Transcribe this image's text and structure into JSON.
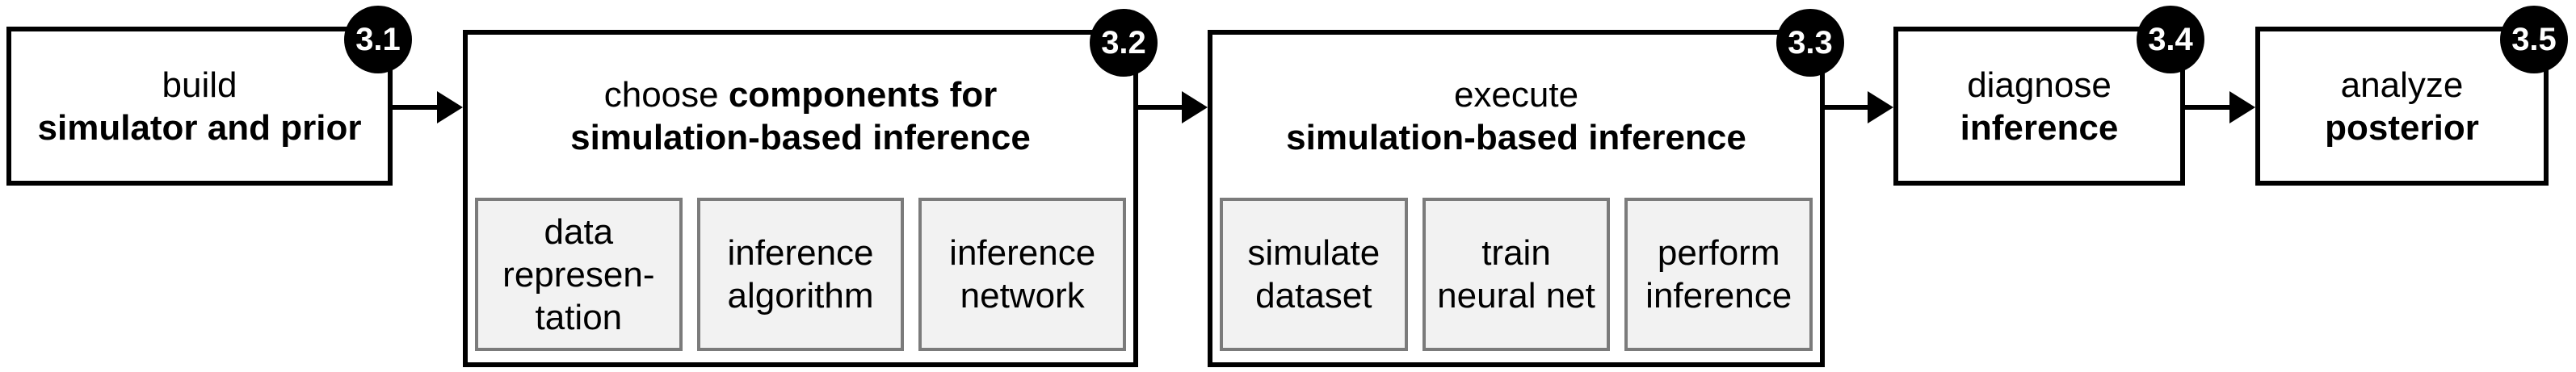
{
  "diagram": {
    "description": "simulation-based inference workflow",
    "colors": {
      "background": "#ffffff",
      "box_border": "#000000",
      "text": "#000000",
      "badge_background": "#000000",
      "badge_text": "#ffffff",
      "component_box_background": "#f2f2f2",
      "component_box_border": "#7b7b7b",
      "arrow": "#000000"
    },
    "boxes": [
      {
        "badge": "3.1",
        "title_lines": [
          {
            "plain": "build",
            "bold": ""
          },
          {
            "plain": "",
            "bold": "simulator and prior"
          }
        ],
        "sub_boxes": []
      },
      {
        "badge": "3.2",
        "title_lines": [
          {
            "plain": "choose ",
            "bold": "components for"
          },
          {
            "plain": "",
            "bold": "simulation-based inference"
          }
        ],
        "sub_boxes": [
          {
            "lines": [
              "data",
              "represen-",
              "tation"
            ]
          },
          {
            "lines": [
              "inference",
              "algorithm"
            ]
          },
          {
            "lines": [
              "inference",
              "network"
            ]
          }
        ]
      },
      {
        "badge": "3.3",
        "title_lines": [
          {
            "plain": "execute",
            "bold": ""
          },
          {
            "plain": "",
            "bold": "simulation-based inference"
          }
        ],
        "sub_boxes": [
          {
            "lines": [
              "simulate",
              "dataset"
            ]
          },
          {
            "lines": [
              "train",
              "neural net"
            ]
          },
          {
            "lines": [
              "perform",
              "inference"
            ]
          }
        ]
      },
      {
        "badge": "3.4",
        "title_lines": [
          {
            "plain": "diagnose",
            "bold": ""
          },
          {
            "plain": "",
            "bold": "inference"
          }
        ],
        "sub_boxes": []
      },
      {
        "badge": "3.5",
        "title_lines": [
          {
            "plain": "analyze",
            "bold": ""
          },
          {
            "plain": "",
            "bold": "posterior"
          }
        ],
        "sub_boxes": []
      }
    ]
  }
}
